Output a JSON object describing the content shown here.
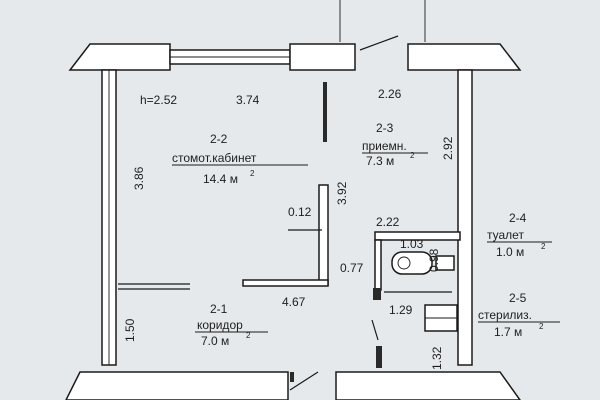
{
  "plan": {
    "ceiling_height": "h=2.52",
    "dimensions": {
      "top_left_width": "3.74",
      "top_right_width": "2.26",
      "left_height": "3.86",
      "right_height": "2.92",
      "partition_height": "3.92",
      "partition_thickness": "0.12",
      "toilet_width": "2.22",
      "toilet_inner": "1.03",
      "toilet_depth": "0.98",
      "corridor_gap": "0.77",
      "corridor_length": "4.67",
      "sterilization_width": "1.29",
      "sterilization_depth": "1.32",
      "bottom_left_height": "1.50"
    },
    "rooms": [
      {
        "number": "2-2",
        "name": "стомот.кабинет",
        "area": "14.4 м",
        "sup": "2"
      },
      {
        "number": "2-3",
        "name": "приемн.",
        "area": "7.3 м",
        "sup": "2"
      },
      {
        "number": "2-4",
        "name": "туалет",
        "area": "1.0 м",
        "sup": "2"
      },
      {
        "number": "2-1",
        "name": "коридор",
        "area": "7.0 м",
        "sup": "2"
      },
      {
        "number": "2-5",
        "name": "стерилиз.",
        "area": "1.7 м",
        "sup": "2"
      }
    ]
  }
}
